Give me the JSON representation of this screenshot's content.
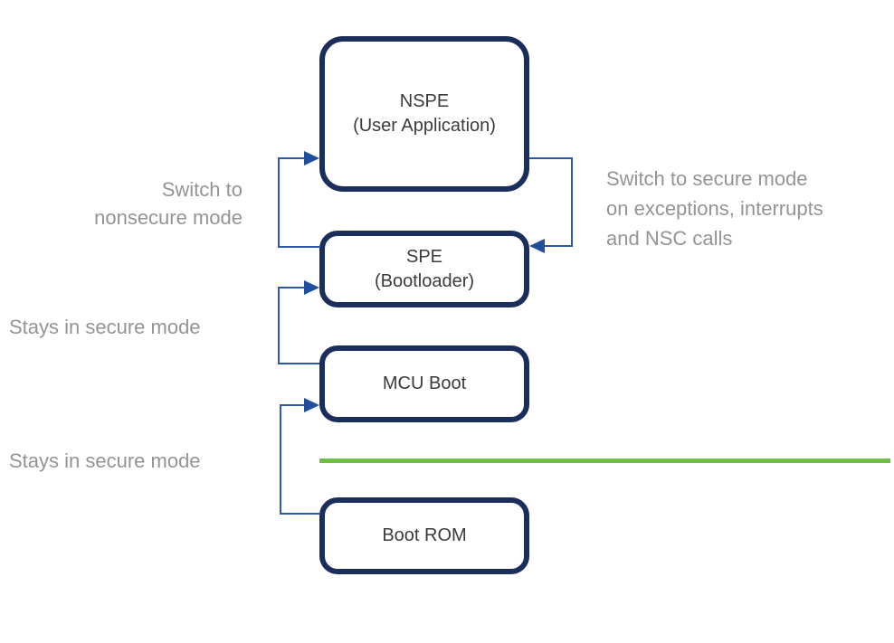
{
  "diagram": {
    "boxes": [
      {
        "id": "nspe",
        "label": "NSPE\n(User Application)"
      },
      {
        "id": "spe",
        "label": "SPE\n(Bootloader)"
      },
      {
        "id": "mcu-boot",
        "label": "MCU Boot"
      },
      {
        "id": "boot-rom",
        "label": "Boot ROM"
      }
    ],
    "annotations": {
      "switch_to_nonsecure": "Switch to\nnonsecure mode",
      "switch_to_secure": "Switch to secure mode\non exceptions, interrupts\nand NSC calls",
      "stays_in_secure_1": "Stays in secure mode",
      "stays_in_secure_2": "Stays in secure mode"
    },
    "colors": {
      "box_border": "#1b2d5b",
      "connector": "#2e58a8",
      "arrowhead": "#1f4e9e",
      "secure_boundary_line": "#6fbe44",
      "annotation_text": "#949494",
      "box_text": "#3b3b3b",
      "background": "#ffffff"
    }
  }
}
